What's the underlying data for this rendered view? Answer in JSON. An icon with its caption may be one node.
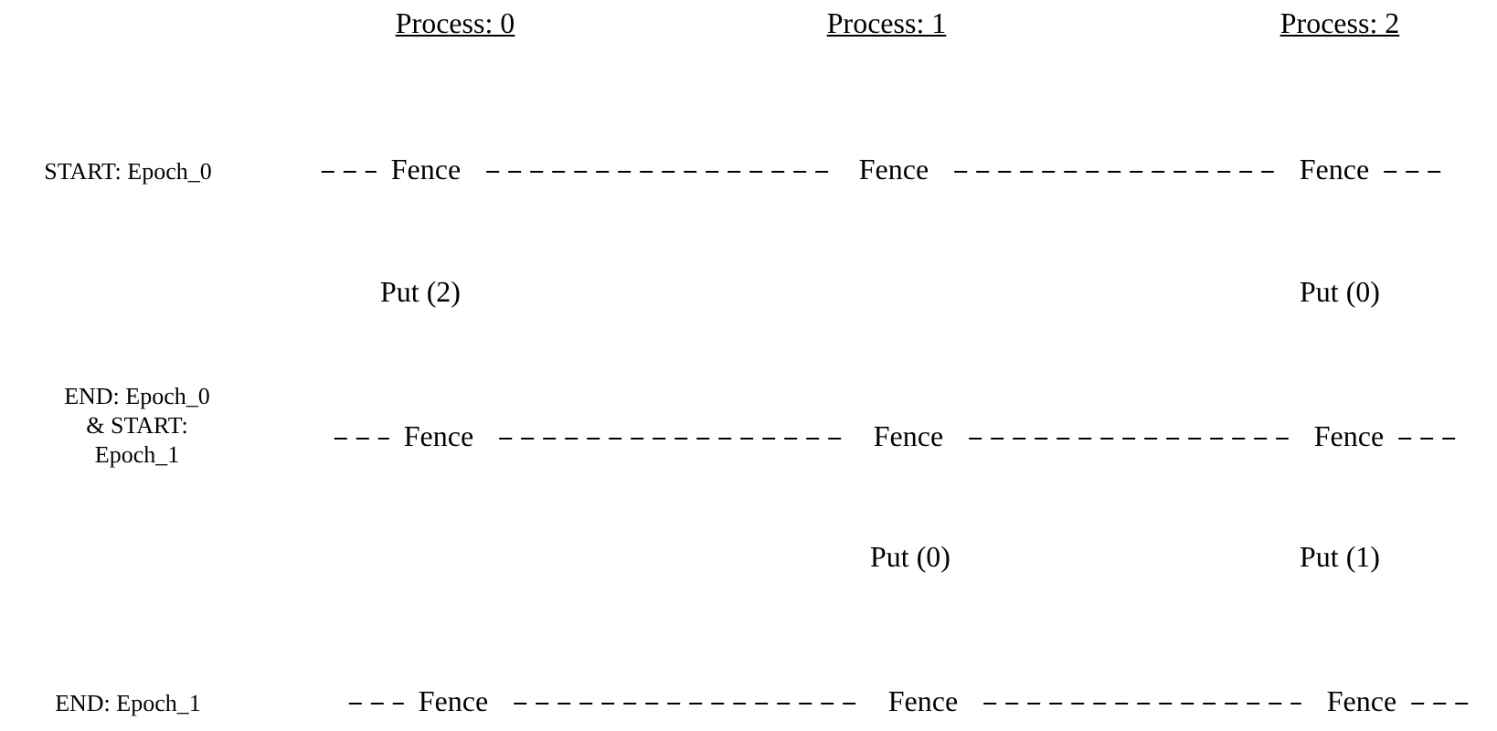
{
  "diagram": {
    "nodes": [
      {
        "text": [
          "Fence"
        ]
      },
      {
        "text": [
          "Fence"
        ]
      },
      {
        "text": [
          "Fence"
        ]
      },
      {
        "text": [
          "Fence"
        ]
      },
      {
        "text": [
          "Fence"
        ]
      },
      {
        "text": [
          "Fence"
        ]
      },
      {
        "text": [
          "Fence"
        ]
      },
      {
        "text": [
          "Fence"
        ]
      },
      {
        "text": [
          "Fence"
        ]
      }
    ],
    "edges": [
      {
        "from": null,
        "to": 0,
        "arrow": "none",
        "style": "dashed"
      },
      {
        "from": 0,
        "to": 1,
        "arrow": "none",
        "style": "dashed"
      },
      {
        "from": 1,
        "to": 2,
        "arrow": "none",
        "style": "dashed"
      },
      {
        "from": 2,
        "to": null,
        "arrow": "none",
        "style": "dashed"
      },
      {
        "from": null,
        "to": 3,
        "arrow": "none",
        "style": "dashed"
      },
      {
        "from": 3,
        "to": 4,
        "arrow": "none",
        "style": "dashed"
      },
      {
        "from": 4,
        "to": 5,
        "arrow": "none",
        "style": "dashed"
      },
      {
        "from": 5,
        "to": null,
        "arrow": "none",
        "style": "dashed"
      },
      {
        "from": null,
        "to": 6,
        "arrow": "none",
        "style": "dashed"
      },
      {
        "from": 6,
        "to": 7,
        "arrow": "none",
        "style": "dashed"
      },
      {
        "from": 7,
        "to": 8,
        "arrow": "none",
        "style": "dashed"
      },
      {
        "from": 8,
        "to": null,
        "arrow": "none",
        "style": "dashed"
      }
    ],
    "labels": [
      "Process: 0",
      "Process: 1",
      "Process: 2",
      "START: Epoch_0",
      "Put (2)",
      "Put (0)",
      "END: Epoch_0 & START: Epoch_1",
      "Put (0)",
      "Put (1)",
      "END: Epoch_1"
    ]
  }
}
